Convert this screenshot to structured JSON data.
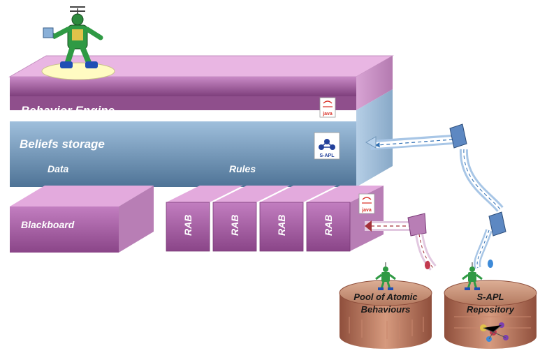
{
  "layers": {
    "behavior_engine": "Behavior Engine",
    "beliefs_storage": "Beliefs storage",
    "data_label": "Data",
    "rules_label": "Rules",
    "blackboard": "Blackboard",
    "rab_blocks": [
      "RAB",
      "RAB",
      "RAB",
      "RAB"
    ]
  },
  "badges": {
    "java_top": "java",
    "sapl": "S-APL",
    "java_rab": "java"
  },
  "repositories": {
    "pool": [
      "Pool of Atomic",
      "Behaviours"
    ],
    "sapl_repo": [
      "S-APL",
      "Repository"
    ]
  },
  "colors": {
    "pink_top": "#e8b2e2",
    "pink_front": "#9b4f98",
    "blue_front": "#6f95b8",
    "drum": "#b3705a"
  }
}
